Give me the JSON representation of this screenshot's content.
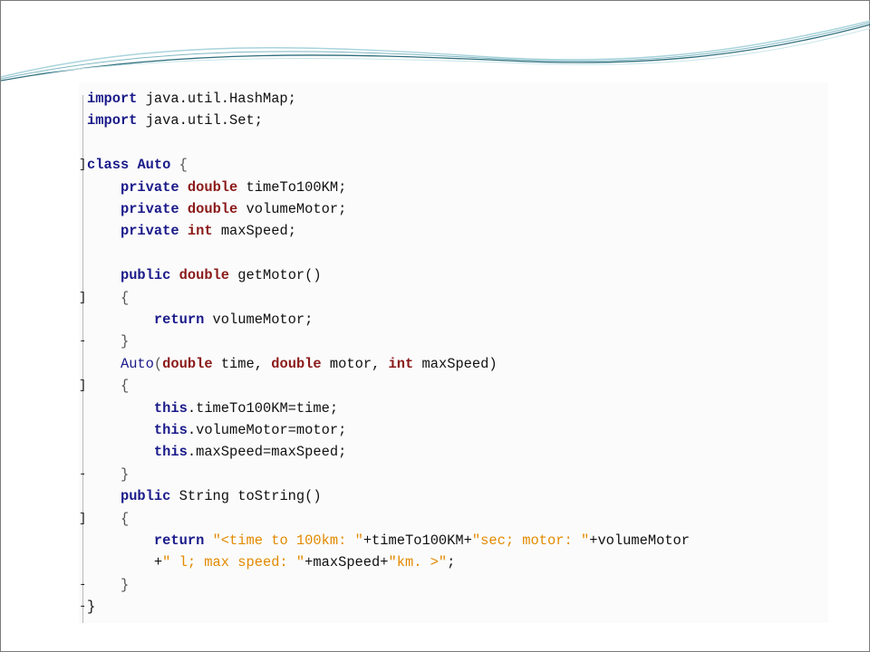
{
  "code": {
    "language": "java",
    "lines": [
      [
        {
          "t": "import",
          "c": "kw"
        },
        {
          "t": " java.util.HashMap;",
          "c": "plain"
        }
      ],
      [
        {
          "t": "import",
          "c": "kw"
        },
        {
          "t": " java.util.Set;",
          "c": "plain"
        }
      ],
      [],
      [
        {
          "t": "class",
          "c": "kw"
        },
        {
          "t": " ",
          "c": "plain"
        },
        {
          "t": "Auto",
          "c": "kw"
        },
        {
          "t": " {",
          "c": "punc"
        }
      ],
      [
        {
          "t": "    ",
          "c": "plain"
        },
        {
          "t": "private",
          "c": "kw"
        },
        {
          "t": " ",
          "c": "plain"
        },
        {
          "t": "double",
          "c": "tp"
        },
        {
          "t": " timeTo100KM;",
          "c": "plain"
        }
      ],
      [
        {
          "t": "    ",
          "c": "plain"
        },
        {
          "t": "private",
          "c": "kw"
        },
        {
          "t": " ",
          "c": "plain"
        },
        {
          "t": "double",
          "c": "tp"
        },
        {
          "t": " volumeMotor;",
          "c": "plain"
        }
      ],
      [
        {
          "t": "    ",
          "c": "plain"
        },
        {
          "t": "private",
          "c": "kw"
        },
        {
          "t": " ",
          "c": "plain"
        },
        {
          "t": "int",
          "c": "tp"
        },
        {
          "t": " maxSpeed;",
          "c": "plain"
        }
      ],
      [],
      [
        {
          "t": "    ",
          "c": "plain"
        },
        {
          "t": "public",
          "c": "kw"
        },
        {
          "t": " ",
          "c": "plain"
        },
        {
          "t": "double",
          "c": "tp"
        },
        {
          "t": " getMotor()",
          "c": "plain"
        }
      ],
      [
        {
          "t": "    {",
          "c": "punc"
        }
      ],
      [
        {
          "t": "        ",
          "c": "plain"
        },
        {
          "t": "return",
          "c": "kw"
        },
        {
          "t": " volumeMotor;",
          "c": "plain"
        }
      ],
      [
        {
          "t": "    }",
          "c": "punc"
        }
      ],
      [
        {
          "t": "    ",
          "c": "plain"
        },
        {
          "t": "Auto",
          "c": "cls"
        },
        {
          "t": "(",
          "c": "punc"
        },
        {
          "t": "double",
          "c": "tp"
        },
        {
          "t": " time, ",
          "c": "plain"
        },
        {
          "t": "double",
          "c": "tp"
        },
        {
          "t": " motor, ",
          "c": "plain"
        },
        {
          "t": "int",
          "c": "tp"
        },
        {
          "t": " maxSpeed)",
          "c": "plain"
        }
      ],
      [
        {
          "t": "    {",
          "c": "punc"
        }
      ],
      [
        {
          "t": "        ",
          "c": "plain"
        },
        {
          "t": "this",
          "c": "kw"
        },
        {
          "t": ".timeTo100KM=time;",
          "c": "plain"
        }
      ],
      [
        {
          "t": "        ",
          "c": "plain"
        },
        {
          "t": "this",
          "c": "kw"
        },
        {
          "t": ".volumeMotor=motor;",
          "c": "plain"
        }
      ],
      [
        {
          "t": "        ",
          "c": "plain"
        },
        {
          "t": "this",
          "c": "kw"
        },
        {
          "t": ".maxSpeed=maxSpeed;",
          "c": "plain"
        }
      ],
      [
        {
          "t": "    }",
          "c": "punc"
        }
      ],
      [
        {
          "t": "    ",
          "c": "plain"
        },
        {
          "t": "public",
          "c": "kw"
        },
        {
          "t": " String toString()",
          "c": "plain"
        }
      ],
      [
        {
          "t": "    {",
          "c": "punc"
        }
      ],
      [
        {
          "t": "        ",
          "c": "plain"
        },
        {
          "t": "return",
          "c": "kw"
        },
        {
          "t": " ",
          "c": "plain"
        },
        {
          "t": "\"<time to 100km: \"",
          "c": "str"
        },
        {
          "t": "+timeTo100KM+",
          "c": "plain"
        },
        {
          "t": "\"sec; motor: \"",
          "c": "str"
        },
        {
          "t": "+volumeMotor",
          "c": "plain"
        }
      ],
      [
        {
          "t": "        +",
          "c": "plain"
        },
        {
          "t": "\" l; max speed: \"",
          "c": "str"
        },
        {
          "t": "+maxSpeed+",
          "c": "plain"
        },
        {
          "t": "\"km. >\"",
          "c": "str"
        },
        {
          "t": ";",
          "c": "plain"
        }
      ],
      [
        {
          "t": "    }",
          "c": "punc"
        }
      ],
      [
        {
          "t": "}",
          "c": "plain"
        }
      ]
    ],
    "fold_markers": [
      {
        "line": 3,
        "glyph": "]"
      },
      {
        "line": 9,
        "glyph": "]"
      },
      {
        "line": 11,
        "glyph": "-"
      },
      {
        "line": 13,
        "glyph": "]"
      },
      {
        "line": 17,
        "glyph": "-"
      },
      {
        "line": 19,
        "glyph": "]"
      },
      {
        "line": 22,
        "glyph": "-"
      },
      {
        "line": 23,
        "glyph": "-"
      }
    ]
  },
  "colors": {
    "keyword": "#1a1a8a",
    "type": "#8b1a1a",
    "string": "#e38a00",
    "wave_light": "#a9d4dc",
    "wave_dark": "#2f6f7d"
  }
}
